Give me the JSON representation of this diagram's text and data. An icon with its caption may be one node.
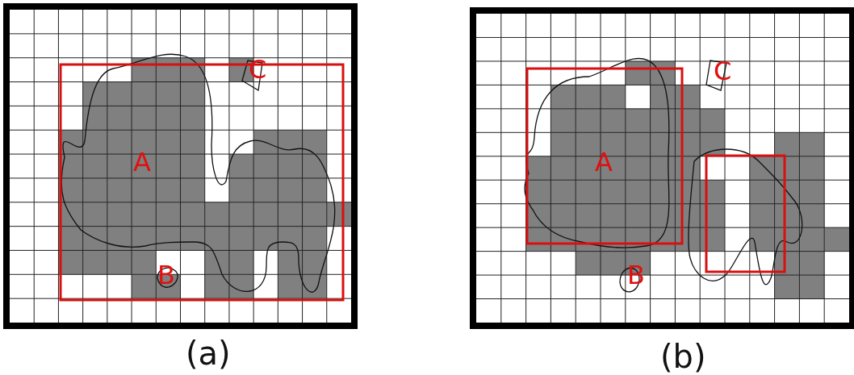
{
  "diagram": {
    "labels": [
      "C",
      "A",
      "B",
      "(a)",
      "C",
      "A",
      "B",
      "(b)"
    ]
  }
}
